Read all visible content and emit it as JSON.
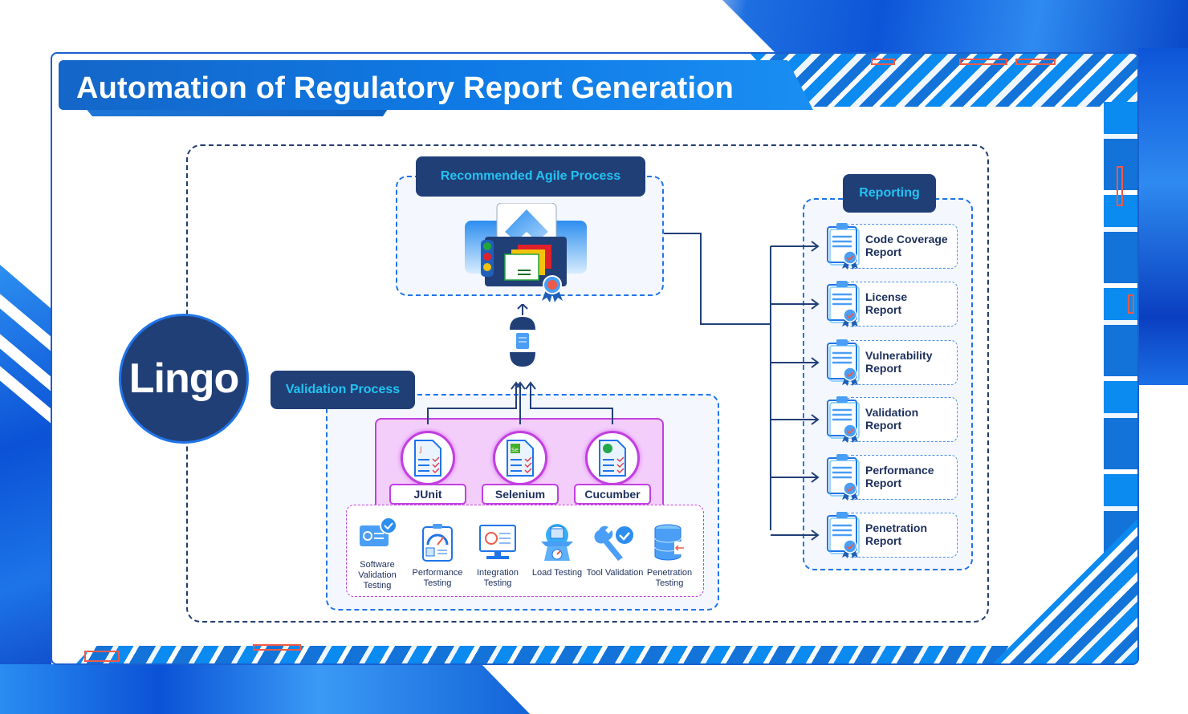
{
  "title": "Automation of Regulatory Report Generation",
  "logo": {
    "text": "Lingo"
  },
  "agile": {
    "label": "Recommended Agile Process"
  },
  "validation": {
    "label": "Validation Process",
    "tools": [
      {
        "name": "JUnit",
        "icon": "junit-test-doc-icon"
      },
      {
        "name": "Selenium",
        "icon": "selenium-test-doc-icon"
      },
      {
        "name": "Cucumber",
        "icon": "cucumber-test-doc-icon"
      }
    ],
    "testing_types": [
      {
        "label": "Software Validation Testing",
        "icon": "software-validation-icon"
      },
      {
        "label": "Performance Testing",
        "icon": "performance-gauge-icon"
      },
      {
        "label": "Integration Testing",
        "icon": "integration-monitor-icon"
      },
      {
        "label": "Load Testing",
        "icon": "load-scale-icon"
      },
      {
        "label": "Tool Validation",
        "icon": "wrench-check-icon"
      },
      {
        "label": "Penetration Testing",
        "icon": "database-arrow-icon"
      }
    ]
  },
  "reporting": {
    "label": "Reporting",
    "reports": [
      {
        "line1": "Code Coverage",
        "line2": "Report"
      },
      {
        "line1": "License",
        "line2": "Report"
      },
      {
        "line1": "Vulnerability",
        "line2": "Report"
      },
      {
        "line1": "Validation",
        "line2": "Report"
      },
      {
        "line1": "Performance",
        "line2": "Report"
      },
      {
        "line1": "Penetration",
        "line2": "Report"
      }
    ]
  },
  "colors": {
    "navy": "#213f77",
    "accent_cyan": "#22c3f2",
    "blue": "#1f74e8",
    "magenta": "#c23fe0",
    "red_outline": "#ee5a48"
  }
}
